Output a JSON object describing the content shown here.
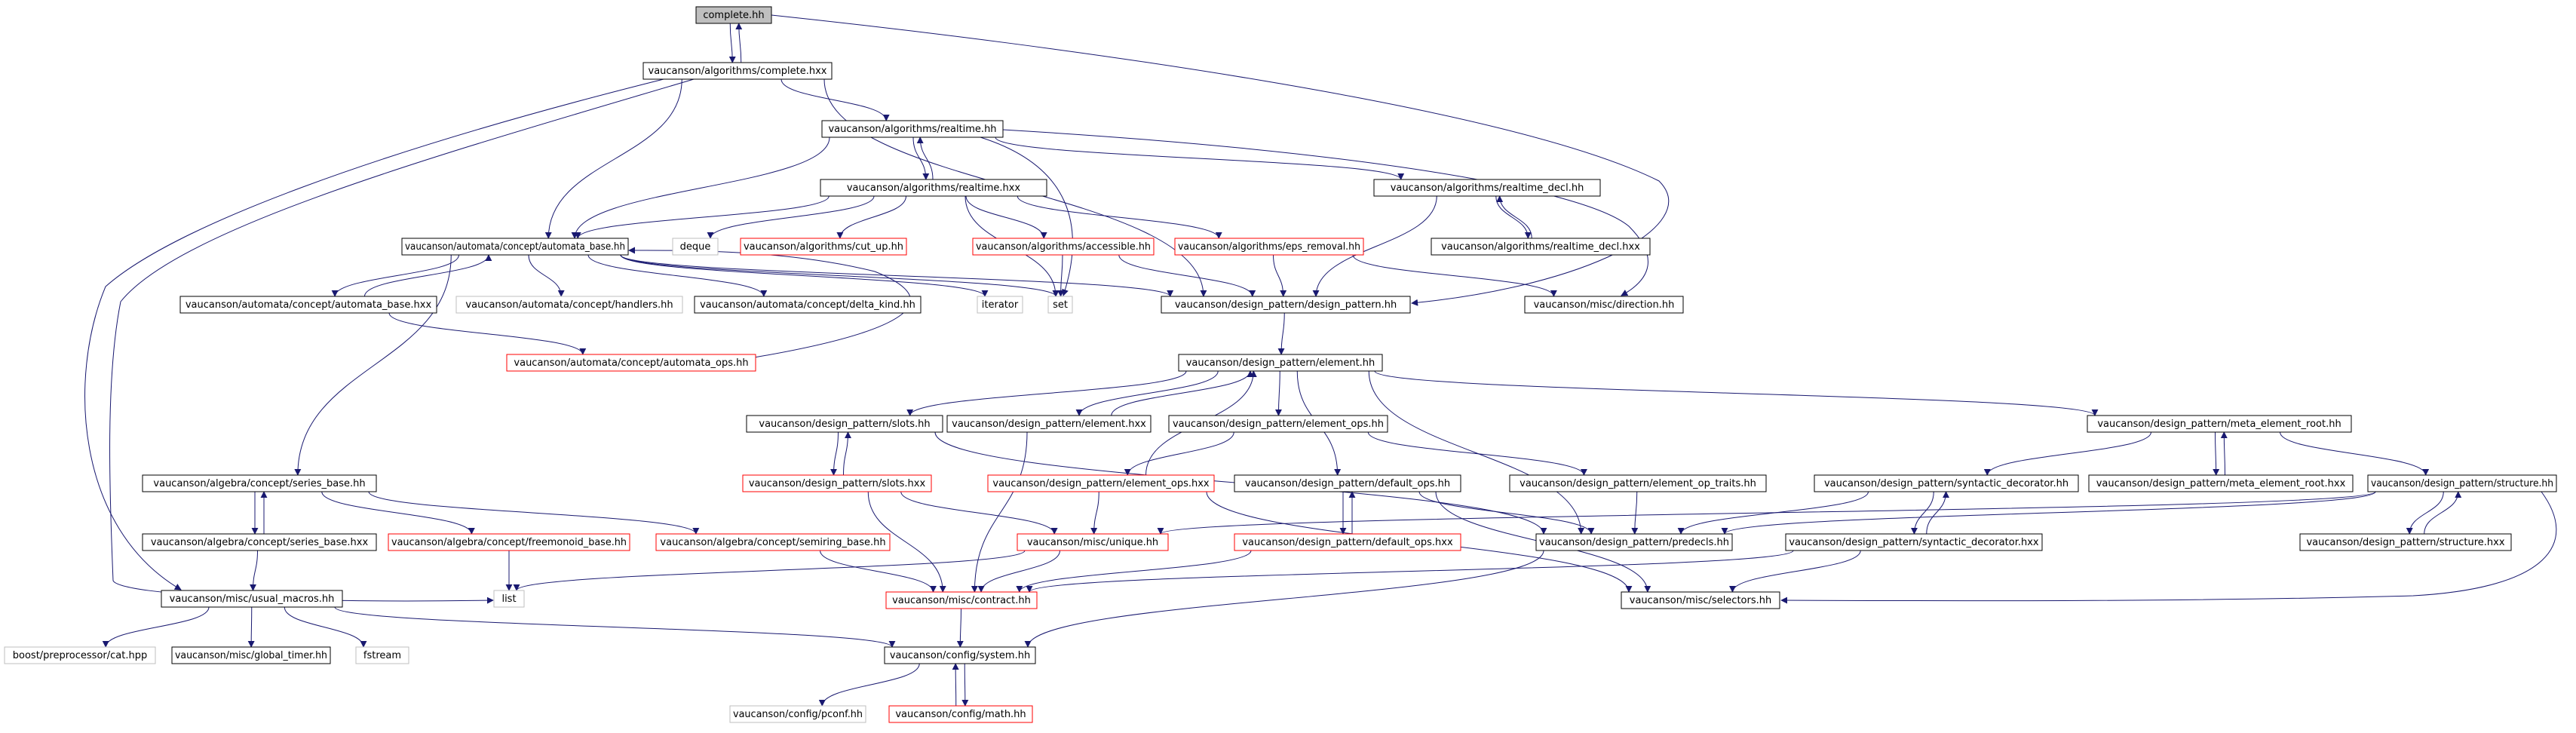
{
  "colors": {
    "edge": "#191970",
    "border_black": "#000000",
    "border_red": "#ff0000",
    "border_gray": "#bfbfbf",
    "fill_root": "#bfbfbf",
    "fill_default": "#ffffff"
  },
  "nodes": [
    {
      "id": "complete_hh",
      "label": "complete.hh",
      "style": "root"
    },
    {
      "id": "complete_hxx",
      "label": "vaucanson/algorithms/complete.hxx",
      "style": "black"
    },
    {
      "id": "realtime_hh",
      "label": "vaucanson/algorithms/realtime.hh",
      "style": "black"
    },
    {
      "id": "realtime_hxx",
      "label": "vaucanson/algorithms/realtime.hxx",
      "style": "black"
    },
    {
      "id": "realtime_decl_hh",
      "label": "vaucanson/algorithms/realtime_decl.hh",
      "style": "black"
    },
    {
      "id": "realtime_decl_hxx",
      "label": "vaucanson/algorithms/realtime_decl.hxx",
      "style": "black"
    },
    {
      "id": "automata_base_hh",
      "label": "vaucanson/automata/concept/automata_base.hh",
      "style": "black"
    },
    {
      "id": "deque",
      "label": "deque",
      "style": "gray"
    },
    {
      "id": "cut_up_hh",
      "label": "vaucanson/algorithms/cut_up.hh",
      "style": "red"
    },
    {
      "id": "accessible_hh",
      "label": "vaucanson/algorithms/accessible.hh",
      "style": "red"
    },
    {
      "id": "eps_removal_hh",
      "label": "vaucanson/algorithms/eps_removal.hh",
      "style": "red"
    },
    {
      "id": "automata_base_hxx",
      "label": "vaucanson/automata/concept/automata_base.hxx",
      "style": "black"
    },
    {
      "id": "handlers_hh",
      "label": "vaucanson/automata/concept/handlers.hh",
      "style": "gray"
    },
    {
      "id": "delta_kind_hh",
      "label": "vaucanson/automata/concept/delta_kind.hh",
      "style": "black"
    },
    {
      "id": "iterator",
      "label": "iterator",
      "style": "gray"
    },
    {
      "id": "set",
      "label": "set",
      "style": "gray"
    },
    {
      "id": "design_pattern_hh",
      "label": "vaucanson/design_pattern/design_pattern.hh",
      "style": "black"
    },
    {
      "id": "direction_hh",
      "label": "vaucanson/misc/direction.hh",
      "style": "black"
    },
    {
      "id": "automata_ops_hh",
      "label": "vaucanson/automata/concept/automata_ops.hh",
      "style": "red"
    },
    {
      "id": "element_hh",
      "label": "vaucanson/design_pattern/element.hh",
      "style": "black"
    },
    {
      "id": "slots_hh",
      "label": "vaucanson/design_pattern/slots.hh",
      "style": "black"
    },
    {
      "id": "element_hxx",
      "label": "vaucanson/design_pattern/element.hxx",
      "style": "black"
    },
    {
      "id": "element_ops_hh",
      "label": "vaucanson/design_pattern/element_ops.hh",
      "style": "black"
    },
    {
      "id": "meta_element_root_hh",
      "label": "vaucanson/design_pattern/meta_element_root.hh",
      "style": "black"
    },
    {
      "id": "series_base_hh",
      "label": "vaucanson/algebra/concept/series_base.hh",
      "style": "black"
    },
    {
      "id": "slots_hxx",
      "label": "vaucanson/design_pattern/slots.hxx",
      "style": "red"
    },
    {
      "id": "element_ops_hxx",
      "label": "vaucanson/design_pattern/element_ops.hxx",
      "style": "red"
    },
    {
      "id": "default_ops_hh",
      "label": "vaucanson/design_pattern/default_ops.hh",
      "style": "black"
    },
    {
      "id": "element_op_traits_hh",
      "label": "vaucanson/design_pattern/element_op_traits.hh",
      "style": "black"
    },
    {
      "id": "syntactic_decorator_hh",
      "label": "vaucanson/design_pattern/syntactic_decorator.hh",
      "style": "black"
    },
    {
      "id": "meta_element_root_hxx",
      "label": "vaucanson/design_pattern/meta_element_root.hxx",
      "style": "black"
    },
    {
      "id": "structure_hh",
      "label": "vaucanson/design_pattern/structure.hh",
      "style": "black"
    },
    {
      "id": "series_base_hxx",
      "label": "vaucanson/algebra/concept/series_base.hxx",
      "style": "black"
    },
    {
      "id": "freemonoid_base_hh",
      "label": "vaucanson/algebra/concept/freemonoid_base.hh",
      "style": "red"
    },
    {
      "id": "semiring_base_hh",
      "label": "vaucanson/algebra/concept/semiring_base.hh",
      "style": "red"
    },
    {
      "id": "unique_hh",
      "label": "vaucanson/misc/unique.hh",
      "style": "red"
    },
    {
      "id": "default_ops_hxx",
      "label": "vaucanson/design_pattern/default_ops.hxx",
      "style": "red"
    },
    {
      "id": "predecls_hh",
      "label": "vaucanson/design_pattern/predecls.hh",
      "style": "black"
    },
    {
      "id": "syntactic_decorator_hxx",
      "label": "vaucanson/design_pattern/syntactic_decorator.hxx",
      "style": "black"
    },
    {
      "id": "structure_hxx",
      "label": "vaucanson/design_pattern/structure.hxx",
      "style": "black"
    },
    {
      "id": "list",
      "label": "list",
      "style": "gray"
    },
    {
      "id": "usual_macros_hh",
      "label": "vaucanson/misc/usual_macros.hh",
      "style": "black"
    },
    {
      "id": "contract_hh",
      "label": "vaucanson/misc/contract.hh",
      "style": "red"
    },
    {
      "id": "selectors_hh",
      "label": "vaucanson/misc/selectors.hh",
      "style": "black"
    },
    {
      "id": "cat_hpp",
      "label": "boost/preprocessor/cat.hpp",
      "style": "gray"
    },
    {
      "id": "global_timer_hh",
      "label": "vaucanson/misc/global_timer.hh",
      "style": "black"
    },
    {
      "id": "fstream",
      "label": "fstream",
      "style": "gray"
    },
    {
      "id": "system_hh",
      "label": "vaucanson/config/system.hh",
      "style": "black"
    },
    {
      "id": "pconf_hh",
      "label": "vaucanson/config/pconf.hh",
      "style": "gray"
    },
    {
      "id": "math_hh",
      "label": "vaucanson/config/math.hh",
      "style": "red"
    }
  ],
  "edges": [
    [
      "complete_hh",
      "complete_hxx"
    ],
    [
      "complete_hxx",
      "complete_hh"
    ],
    [
      "complete_hh",
      "design_pattern_hh"
    ],
    [
      "complete_hxx",
      "realtime_hh"
    ],
    [
      "complete_hxx",
      "automata_base_hh"
    ],
    [
      "complete_hxx",
      "usual_macros_hh"
    ],
    [
      "complete_hxx",
      "list"
    ],
    [
      "complete_hxx",
      "design_pattern_hh"
    ],
    [
      "realtime_hh",
      "realtime_hxx"
    ],
    [
      "realtime_hxx",
      "realtime_hh"
    ],
    [
      "realtime_hh",
      "automata_base_hh"
    ],
    [
      "realtime_hh",
      "realtime_decl_hh"
    ],
    [
      "realtime_hh",
      "set"
    ],
    [
      "realtime_hh",
      "direction_hh"
    ],
    [
      "realtime_decl_hh",
      "realtime_decl_hxx"
    ],
    [
      "realtime_decl_hxx",
      "realtime_decl_hh"
    ],
    [
      "realtime_decl_hh",
      "design_pattern_hh"
    ],
    [
      "realtime_hxx",
      "automata_base_hh"
    ],
    [
      "realtime_hxx",
      "deque"
    ],
    [
      "realtime_hxx",
      "cut_up_hh"
    ],
    [
      "realtime_hxx",
      "accessible_hh"
    ],
    [
      "realtime_hxx",
      "eps_removal_hh"
    ],
    [
      "realtime_hxx",
      "set"
    ],
    [
      "accessible_hh",
      "set"
    ],
    [
      "accessible_hh",
      "design_pattern_hh"
    ],
    [
      "eps_removal_hh",
      "design_pattern_hh"
    ],
    [
      "eps_removal_hh",
      "direction_hh"
    ],
    [
      "automata_base_hh",
      "automata_base_hxx"
    ],
    [
      "automata_base_hxx",
      "automata_base_hh"
    ],
    [
      "automata_base_hh",
      "handlers_hh"
    ],
    [
      "automata_base_hh",
      "delta_kind_hh"
    ],
    [
      "automata_base_hh",
      "iterator"
    ],
    [
      "automata_base_hh",
      "set"
    ],
    [
      "automata_base_hh",
      "design_pattern_hh"
    ],
    [
      "automata_base_hh",
      "series_base_hh"
    ],
    [
      "automata_ops_hh",
      "automata_base_hh"
    ],
    [
      "automata_base_hxx",
      "automata_ops_hh"
    ],
    [
      "design_pattern_hh",
      "element_hh"
    ],
    [
      "element_hh",
      "slots_hh"
    ],
    [
      "element_hh",
      "element_hxx"
    ],
    [
      "element_hxx",
      "element_hh"
    ],
    [
      "element_hh",
      "element_ops_hh"
    ],
    [
      "element_hh",
      "default_ops_hh"
    ],
    [
      "element_hh",
      "meta_element_root_hh"
    ],
    [
      "element_hh",
      "predecls_hh"
    ],
    [
      "slots_hh",
      "slots_hxx"
    ],
    [
      "slots_hxx",
      "slots_hh"
    ],
    [
      "slots_hh",
      "predecls_hh"
    ],
    [
      "slots_hxx",
      "contract_hh"
    ],
    [
      "slots_hxx",
      "unique_hh"
    ],
    [
      "element_hxx",
      "contract_hh"
    ],
    [
      "element_ops_hh",
      "element_ops_hxx"
    ],
    [
      "element_ops_hxx",
      "element_hh"
    ],
    [
      "element_ops_hh",
      "element_op_traits_hh"
    ],
    [
      "element_ops_hxx",
      "unique_hh"
    ],
    [
      "element_ops_hxx",
      "selectors_hh"
    ],
    [
      "meta_element_root_hh",
      "syntactic_decorator_hh"
    ],
    [
      "meta_element_root_hh",
      "meta_element_root_hxx"
    ],
    [
      "meta_element_root_hxx",
      "meta_element_root_hh"
    ],
    [
      "meta_element_root_hh",
      "structure_hh"
    ],
    [
      "syntactic_decorator_hh",
      "syntactic_decorator_hxx"
    ],
    [
      "syntactic_decorator_hxx",
      "syntactic_decorator_hh"
    ],
    [
      "syntactic_decorator_hh",
      "predecls_hh"
    ],
    [
      "syntactic_decorator_hxx",
      "contract_hh"
    ],
    [
      "syntactic_decorator_hxx",
      "selectors_hh"
    ],
    [
      "structure_hh",
      "structure_hxx"
    ],
    [
      "structure_hxx",
      "structure_hh"
    ],
    [
      "structure_hh",
      "predecls_hh"
    ],
    [
      "structure_hh",
      "unique_hh"
    ],
    [
      "structure_hh",
      "selectors_hh"
    ],
    [
      "default_ops_hh",
      "default_ops_hxx"
    ],
    [
      "default_ops_hxx",
      "default_ops_hh"
    ],
    [
      "default_ops_hh",
      "predecls_hh"
    ],
    [
      "default_ops_hh",
      "selectors_hh"
    ],
    [
      "default_ops_hxx",
      "contract_hh"
    ],
    [
      "element_op_traits_hh",
      "predecls_hh"
    ],
    [
      "predecls_hh",
      "system_hh"
    ],
    [
      "series_base_hh",
      "series_base_hxx"
    ],
    [
      "series_base_hxx",
      "series_base_hh"
    ],
    [
      "series_base_hh",
      "freemonoid_base_hh"
    ],
    [
      "series_base_hh",
      "semiring_base_hh"
    ],
    [
      "series_base_hxx",
      "usual_macros_hh"
    ],
    [
      "freemonoid_base_hh",
      "list"
    ],
    [
      "semiring_base_hh",
      "contract_hh"
    ],
    [
      "unique_hh",
      "list"
    ],
    [
      "unique_hh",
      "contract_hh"
    ],
    [
      "usual_macros_hh",
      "cat_hpp"
    ],
    [
      "usual_macros_hh",
      "global_timer_hh"
    ],
    [
      "usual_macros_hh",
      "fstream"
    ],
    [
      "usual_macros_hh",
      "system_hh"
    ],
    [
      "contract_hh",
      "system_hh"
    ],
    [
      "system_hh",
      "pconf_hh"
    ],
    [
      "system_hh",
      "math_hh"
    ],
    [
      "math_hh",
      "system_hh"
    ]
  ]
}
